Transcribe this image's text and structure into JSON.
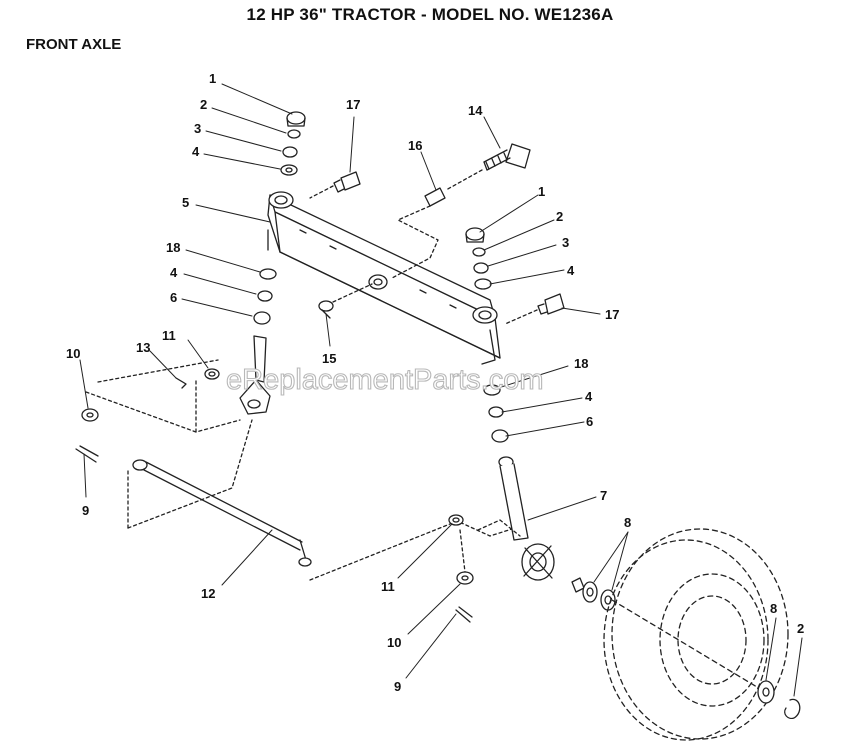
{
  "header": {
    "title": "12 HP 36\" TRACTOR - MODEL NO. WE1236A",
    "section": "FRONT AXLE"
  },
  "watermark": "eReplacementParts.com",
  "callouts": [
    "1",
    "2",
    "3",
    "4",
    "5",
    "18",
    "4",
    "6",
    "11",
    "13",
    "10",
    "9",
    "12",
    "17",
    "16",
    "14",
    "15",
    "1",
    "2",
    "3",
    "4",
    "17",
    "18",
    "4",
    "6",
    "7",
    "8",
    "11",
    "10",
    "9",
    "8",
    "2"
  ]
}
